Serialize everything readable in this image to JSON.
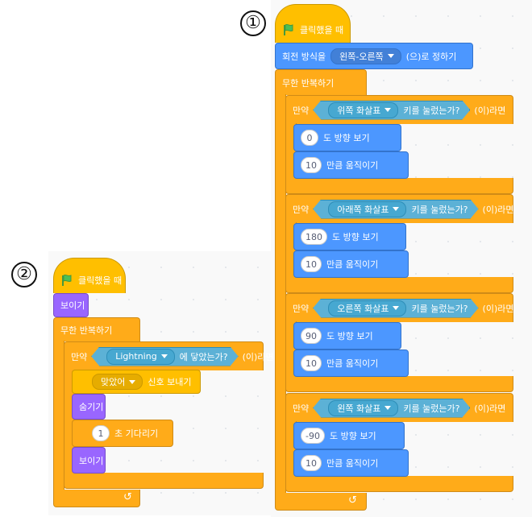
{
  "labels": {
    "one": "①",
    "two": "②"
  },
  "script1": {
    "when_flag": "클릭했을 때",
    "rotation_prefix": "회전 방식을",
    "rotation_value": "왼쪽-오른쪽",
    "rotation_suffix": "(으)로 정하기",
    "forever": "무한 반복하기",
    "ifs": [
      {
        "if": "만약",
        "key": "위쪽 화살표",
        "pressed": "키를 눌렀는가?",
        "then": "(이)라면",
        "dir": "0",
        "dir_label": "도 방향 보기",
        "steps": "10",
        "move_label": "만큼 움직이기"
      },
      {
        "if": "만약",
        "key": "아래쪽 화살표",
        "pressed": "키를 눌렀는가?",
        "then": "(이)라면",
        "dir": "180",
        "dir_label": "도 방향 보기",
        "steps": "10",
        "move_label": "만큼 움직이기"
      },
      {
        "if": "만약",
        "key": "오른쪽 화살표",
        "pressed": "키를 눌렀는가?",
        "then": "(이)라면",
        "dir": "90",
        "dir_label": "도 방향 보기",
        "steps": "10",
        "move_label": "만큼 움직이기"
      },
      {
        "if": "만약",
        "key": "왼쪽 화살표",
        "pressed": "키를 눌렀는가?",
        "then": "(이)라면",
        "dir": "-90",
        "dir_label": "도 방향 보기",
        "steps": "10",
        "move_label": "만큼 움직이기"
      }
    ],
    "loop_arrow": "↺"
  },
  "script2": {
    "when_flag": "클릭했을 때",
    "show": "보이기",
    "forever": "무한 반복하기",
    "if": "만약",
    "sprite": "Lightning",
    "touching": "에 닿았는가?",
    "then": "(이)라면",
    "message": "맞았어",
    "broadcast": "신호 보내기",
    "hide": "숨기기",
    "wait_value": "1",
    "wait_label": "초 기다리기",
    "show2": "보이기",
    "loop_arrow": "↺"
  },
  "colors": {
    "events": "#ffbf00",
    "control": "#ffab19",
    "motion": "#4c97ff",
    "looks": "#9966ff",
    "sensing": "#5cb1d6",
    "flag": "#4cbf56"
  }
}
